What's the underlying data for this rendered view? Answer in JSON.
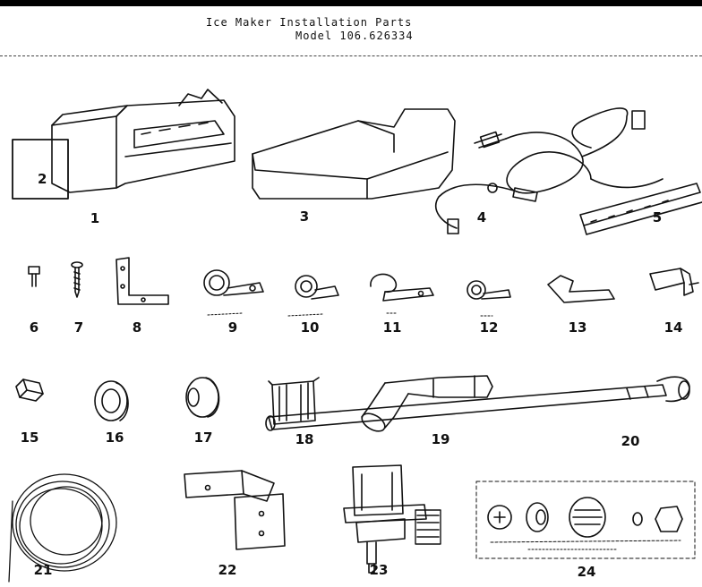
{
  "header": {
    "title": "Ice Maker Installation Parts",
    "model": "Model 106.626334"
  },
  "parts": [
    {
      "num": "1"
    },
    {
      "num": "2"
    },
    {
      "num": "3"
    },
    {
      "num": "4"
    },
    {
      "num": "5"
    },
    {
      "num": "6"
    },
    {
      "num": "7"
    },
    {
      "num": "8"
    },
    {
      "num": "9"
    },
    {
      "num": "10"
    },
    {
      "num": "11"
    },
    {
      "num": "12"
    },
    {
      "num": "13"
    },
    {
      "num": "14"
    },
    {
      "num": "15"
    },
    {
      "num": "16"
    },
    {
      "num": "17"
    },
    {
      "num": "18"
    },
    {
      "num": "19"
    },
    {
      "num": "20"
    },
    {
      "num": "21"
    },
    {
      "num": "22"
    },
    {
      "num": "23"
    },
    {
      "num": "24"
    }
  ],
  "colors": {
    "ink": "#111111",
    "background": "#ffffff"
  }
}
